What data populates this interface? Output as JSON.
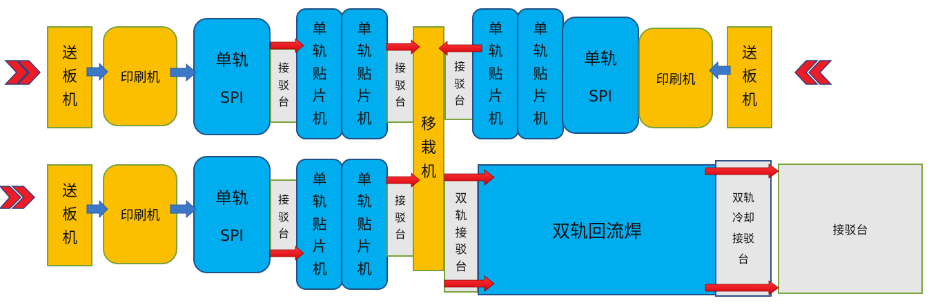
{
  "labels": {
    "feeder": [
      "送",
      "板",
      "机"
    ],
    "printer": "印刷机",
    "spi_line1": "单轨",
    "spi_line2": "SPI",
    "mounter": [
      "单",
      "轨",
      "贴",
      "片",
      "机"
    ],
    "connector": [
      "接",
      "驳",
      "台"
    ],
    "transfer": [
      "移",
      "栽",
      "机"
    ],
    "dual_connector": [
      "双",
      "轨",
      "接",
      "驳",
      "台"
    ],
    "reflow": "双轨回流焊",
    "cooling_connector": [
      "双轨",
      "冷却",
      "接驳",
      "台"
    ],
    "output_connector": "接驳台"
  },
  "colors": {
    "machine_yellow": "#fbbf00",
    "machine_blue": "#00adef",
    "connector_gray": "#e6e6e6",
    "arrow_red": "#ee1c25",
    "arrow_blue": "#3c78c8"
  }
}
